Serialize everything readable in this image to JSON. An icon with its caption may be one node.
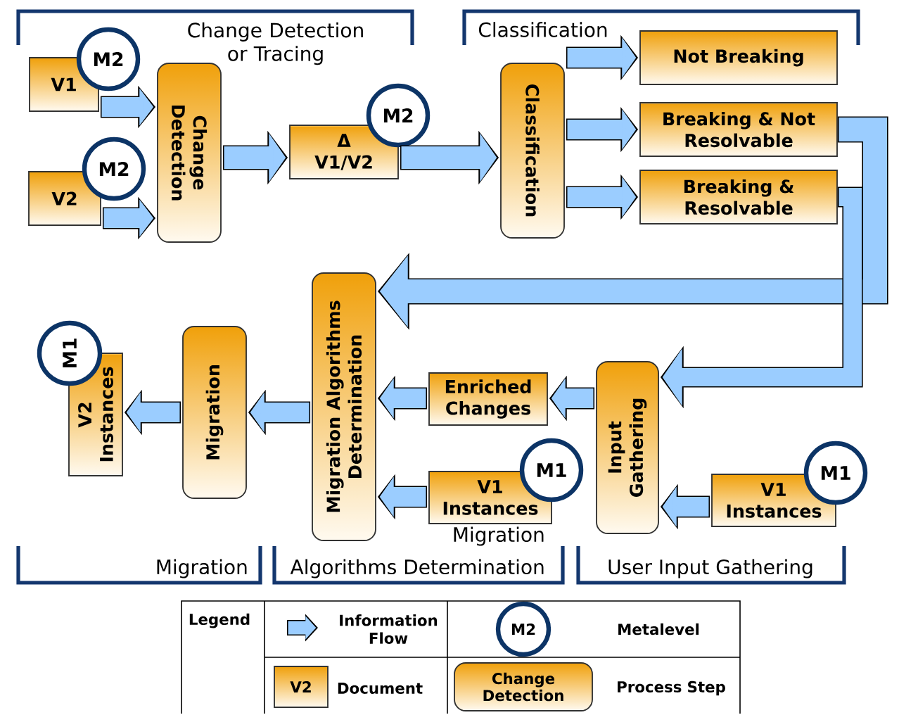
{
  "diagram": {
    "nodes": [
      {
        "text": [
          "V1"
        ]
      },
      {
        "text": [
          "M2"
        ]
      },
      {
        "text": [
          "V2"
        ]
      },
      {
        "text": [
          "M2"
        ]
      },
      {
        "text": [
          "Change Detection"
        ]
      },
      {
        "text": [
          "Δ V1/V2"
        ]
      },
      {
        "text": [
          "M2"
        ]
      },
      {
        "text": [
          "Classification"
        ]
      },
      {
        "text": [
          "Not Breaking"
        ]
      },
      {
        "text": [
          "Breaking & Not Resolvable"
        ]
      },
      {
        "text": [
          "Breaking & Resolvable"
        ]
      },
      {
        "text": [
          "Migration Algorithms Determination"
        ]
      },
      {
        "text": [
          "Enriched Changes"
        ]
      },
      {
        "text": [
          "V1 Instances"
        ]
      },
      {
        "text": [
          "M1"
        ]
      },
      {
        "text": [
          "Input Gathering"
        ]
      },
      {
        "text": [
          "V1 Instances"
        ]
      },
      {
        "text": [
          "M1"
        ]
      },
      {
        "text": [
          "Migration"
        ]
      },
      {
        "text": [
          "V2 Instances"
        ]
      },
      {
        "text": [
          "M1"
        ]
      },
      {
        "text": [
          "M2"
        ]
      },
      {
        "text": [
          "V2"
        ]
      },
      {
        "text": [
          "Change Detection"
        ]
      }
    ],
    "edges": [
      {
        "from": 0,
        "to": 4,
        "arrow": "to"
      },
      {
        "from": 2,
        "to": 4,
        "arrow": "to"
      },
      {
        "from": 4,
        "to": 5,
        "arrow": "to"
      },
      {
        "from": 5,
        "to": 7,
        "arrow": "to"
      },
      {
        "from": 7,
        "to": 8,
        "arrow": "to"
      },
      {
        "from": 7,
        "to": 9,
        "arrow": "to"
      },
      {
        "from": 7,
        "to": 10,
        "arrow": "to"
      },
      {
        "from": 9,
        "to": 11,
        "arrow": "to"
      },
      {
        "from": 10,
        "to": 15,
        "arrow": "to"
      },
      {
        "from": 16,
        "to": 15,
        "arrow": "to"
      },
      {
        "from": 15,
        "to": 12,
        "arrow": "to"
      },
      {
        "from": 12,
        "to": 11,
        "arrow": "to"
      },
      {
        "from": 13,
        "to": 11,
        "arrow": "to"
      },
      {
        "from": 11,
        "to": 18,
        "arrow": "to"
      },
      {
        "from": 18,
        "to": 19,
        "arrow": "to"
      }
    ],
    "labels": [
      "Change Detection or Tracing",
      "Classification",
      "Migration",
      "Migration",
      "Algorithms Determination",
      "User Input Gathering",
      "Legend"
    ],
    "legend": [
      {
        "text": "Information Flow"
      },
      {
        "text": "Metalevel"
      },
      {
        "text": "Document"
      },
      {
        "text": "Process Step"
      }
    ]
  }
}
